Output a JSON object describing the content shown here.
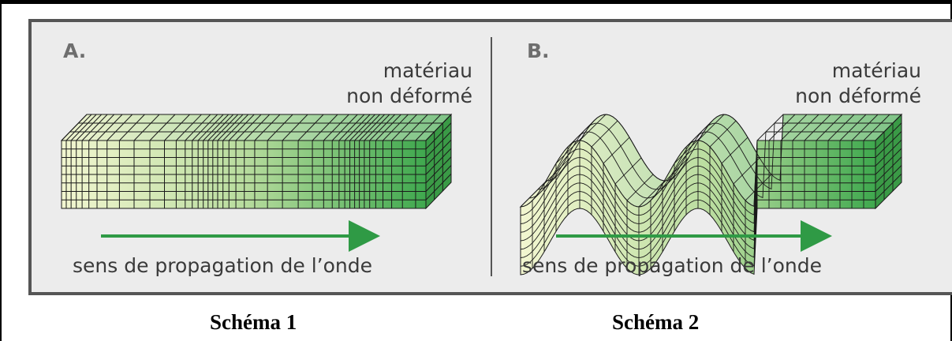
{
  "panel_a": {
    "letter": "A.",
    "label_line1": "matériau",
    "label_line2": "non déformé",
    "arrow_label": "sens de propagation de l’onde"
  },
  "panel_b": {
    "letter": "B.",
    "label_line1": "matériau",
    "label_line2": "non déformé",
    "arrow_label": "sens de propagation de l’onde"
  },
  "captions": {
    "left": "Schéma 1",
    "right": "Schéma 2"
  },
  "colors": {
    "panel_bg": "#ececec",
    "block_light": "#f2f6d0",
    "block_dark": "#3fa84e",
    "arrow": "#2f9a45",
    "grid": "#1a1a1a"
  }
}
